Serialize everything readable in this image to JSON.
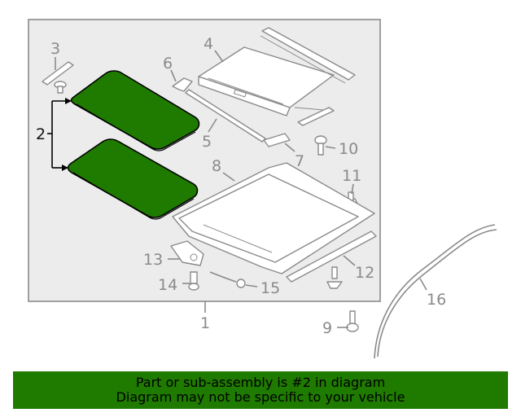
{
  "callouts": {
    "c1": "1",
    "c2": "2",
    "c3": "3",
    "c4": "4",
    "c5": "5",
    "c6": "6",
    "c7": "7",
    "c8": "8",
    "c9": "9",
    "c10": "10",
    "c11": "11",
    "c12": "12",
    "c13": "13",
    "c14": "14",
    "c15": "15",
    "c16": "16"
  },
  "highlight_color": "#1f7a00",
  "banner": {
    "line1": "Part or sub-assembly is #2 in diagram",
    "line2": "Diagram may not be specific to your vehicle"
  }
}
